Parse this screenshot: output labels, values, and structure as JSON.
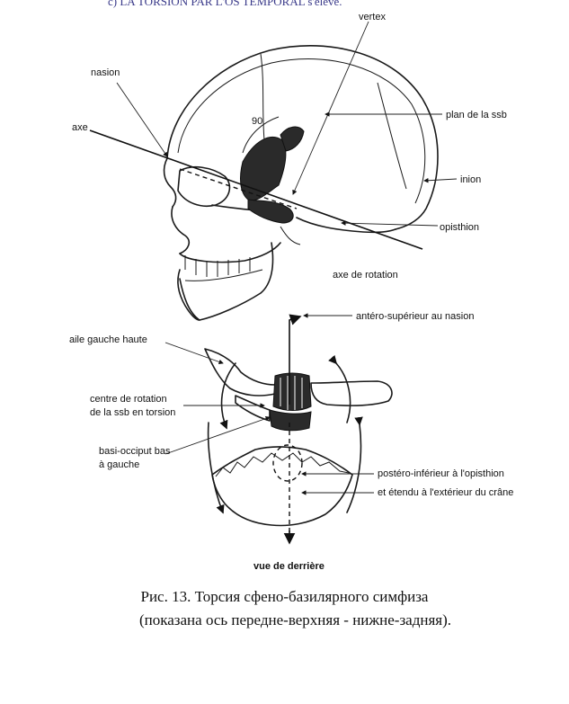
{
  "header": {
    "cutoff_text": "c) LA TORSION PAR L'OS TEMPORAL s'élève."
  },
  "skull_labels": {
    "vertex": "vertex",
    "nasion": "nasion",
    "axe": "axe",
    "plan_ssb": "plan de la ssb",
    "angle": "90",
    "inion": "inion",
    "opisthion": "opisthion",
    "axe_rotation": "axe de rotation"
  },
  "rear_view_labels": {
    "antero_superieur": "antéro-supérieur au nasion",
    "aile_gauche": "aile gauche haute",
    "centre_rotation_1": "centre de rotation",
    "centre_rotation_2": "de la ssb en torsion",
    "basi_occiput_1": "basi-occiput bas",
    "basi_occiput_2": "à gauche",
    "postero_inferieur": "postéro-inférieur à l'opisthion",
    "etendu": "et étendu à l'extérieur du crâne",
    "vue": "vue de derrière"
  },
  "caption": {
    "line1": "Рис. 13. Торсия сфено-базилярного симфиза",
    "line2": "(показана ось передне-верхняя - нижне-задняя)."
  }
}
